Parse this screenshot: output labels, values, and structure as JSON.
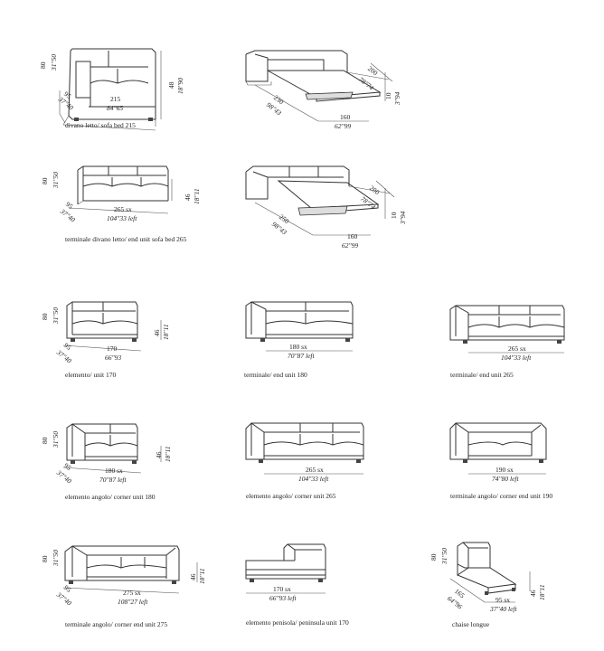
{
  "items": [
    {
      "id": "sofabed215",
      "caption": "divano letto/ sofa bed 215",
      "h": "80",
      "h_in": "31\"50",
      "w": "215",
      "w_in": "84\"65",
      "d": "95",
      "d_in": "37\"40",
      "seat": "48",
      "seat_in": "18\"90"
    },
    {
      "id": "sofabed215open",
      "w": "160",
      "w_in": "62\"99",
      "d": "230",
      "d_in": "98\"43",
      "bed": "200",
      "bed_in": "78\"74",
      "t": "10",
      "t_in": "3\"94"
    },
    {
      "id": "endunitsofabed265",
      "caption": "terminale divano letto/ end unit sofa bed 265",
      "h": "80",
      "h_in": "31\"50",
      "w": "265 sx",
      "w_in": "104\"33 left",
      "d": "95",
      "d_in": "37\"40",
      "seat": "46",
      "seat_in": "18\"11"
    },
    {
      "id": "endunitsofabed265open",
      "w": "160",
      "w_in": "62\"99",
      "d": "250",
      "d_in": "98\"43",
      "bed": "200",
      "bed_in": "78\"74",
      "t": "10",
      "t_in": "3\"94"
    },
    {
      "id": "unit170",
      "caption": "elemento/ unit 170",
      "h": "80",
      "h_in": "31\"50",
      "w": "170",
      "w_in": "66\"93",
      "d": "95",
      "d_in": "37\"40",
      "seat": "46",
      "seat_in": "18\"11"
    },
    {
      "id": "endunit180",
      "caption": "terminale/ end unit 180",
      "w": "180 sx",
      "w_in": "70\"87 left"
    },
    {
      "id": "endunit265",
      "caption": "terminale/ end unit 265",
      "w": "265 sx",
      "w_in": "104\"33 left"
    },
    {
      "id": "cornerunit180",
      "caption": "elemento angolo/ corner unit 180",
      "h": "80",
      "h_in": "31\"50",
      "w": "180 sx",
      "w_in": "70\"87 left",
      "d": "95",
      "d_in": "37\"40",
      "seat": "46",
      "seat_in": "18\"11"
    },
    {
      "id": "cornerunit265",
      "caption": "elemento angolo/ corner unit 265",
      "w": "265 sx",
      "w_in": "104\"33 left"
    },
    {
      "id": "cornerendunit190",
      "caption": "terminale angolo/ corner end unit 190",
      "w": "190 sx",
      "w_in": "74\"80 left"
    },
    {
      "id": "cornerendunit275",
      "caption": "terminale angolo/ corner end unit 275",
      "h": "80",
      "h_in": "31\"50",
      "w": "275 sx",
      "w_in": "108\"27 left",
      "d": "95",
      "d_in": "37\"40",
      "seat": "46",
      "seat_in": "18\"11"
    },
    {
      "id": "peninsula170",
      "caption": "elemento penisola/ peninsula unit 170",
      "w": "170 sx",
      "w_in": "66\"93 left"
    },
    {
      "id": "chaiselongue",
      "caption": "chaise longue",
      "h": "80",
      "h_in": "31\"50",
      "w": "95 sx",
      "w_in": "37\"40 left",
      "d": "165",
      "d_in": "64\"96",
      "seat": "46",
      "seat_in": "18\"11"
    }
  ]
}
